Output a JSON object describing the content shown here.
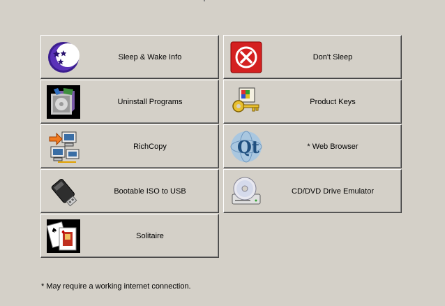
{
  "buttons": {
    "sleep_wake": {
      "label": "Sleep & Wake Info",
      "icon": "moon-stars-icon"
    },
    "dont_sleep": {
      "label": "Don't Sleep",
      "icon": "stop-circle-icon"
    },
    "uninstall": {
      "label": "Uninstall Programs",
      "icon": "uninstall-box-icon"
    },
    "product_keys": {
      "label": "Product Keys",
      "icon": "key-icon"
    },
    "richcopy": {
      "label": "RichCopy",
      "icon": "network-copy-icon"
    },
    "web_browser": {
      "label": "* Web Browser",
      "icon": "qt-globe-icon"
    },
    "bootable_iso": {
      "label": "Bootable ISO to USB",
      "icon": "usb-drive-icon"
    },
    "cd_emulator": {
      "label": "CD/DVD Drive Emulator",
      "icon": "cd-drive-icon"
    },
    "solitaire": {
      "label": "Solitaire",
      "icon": "playing-cards-icon"
    }
  },
  "footnote": "* May require a working internet connection."
}
